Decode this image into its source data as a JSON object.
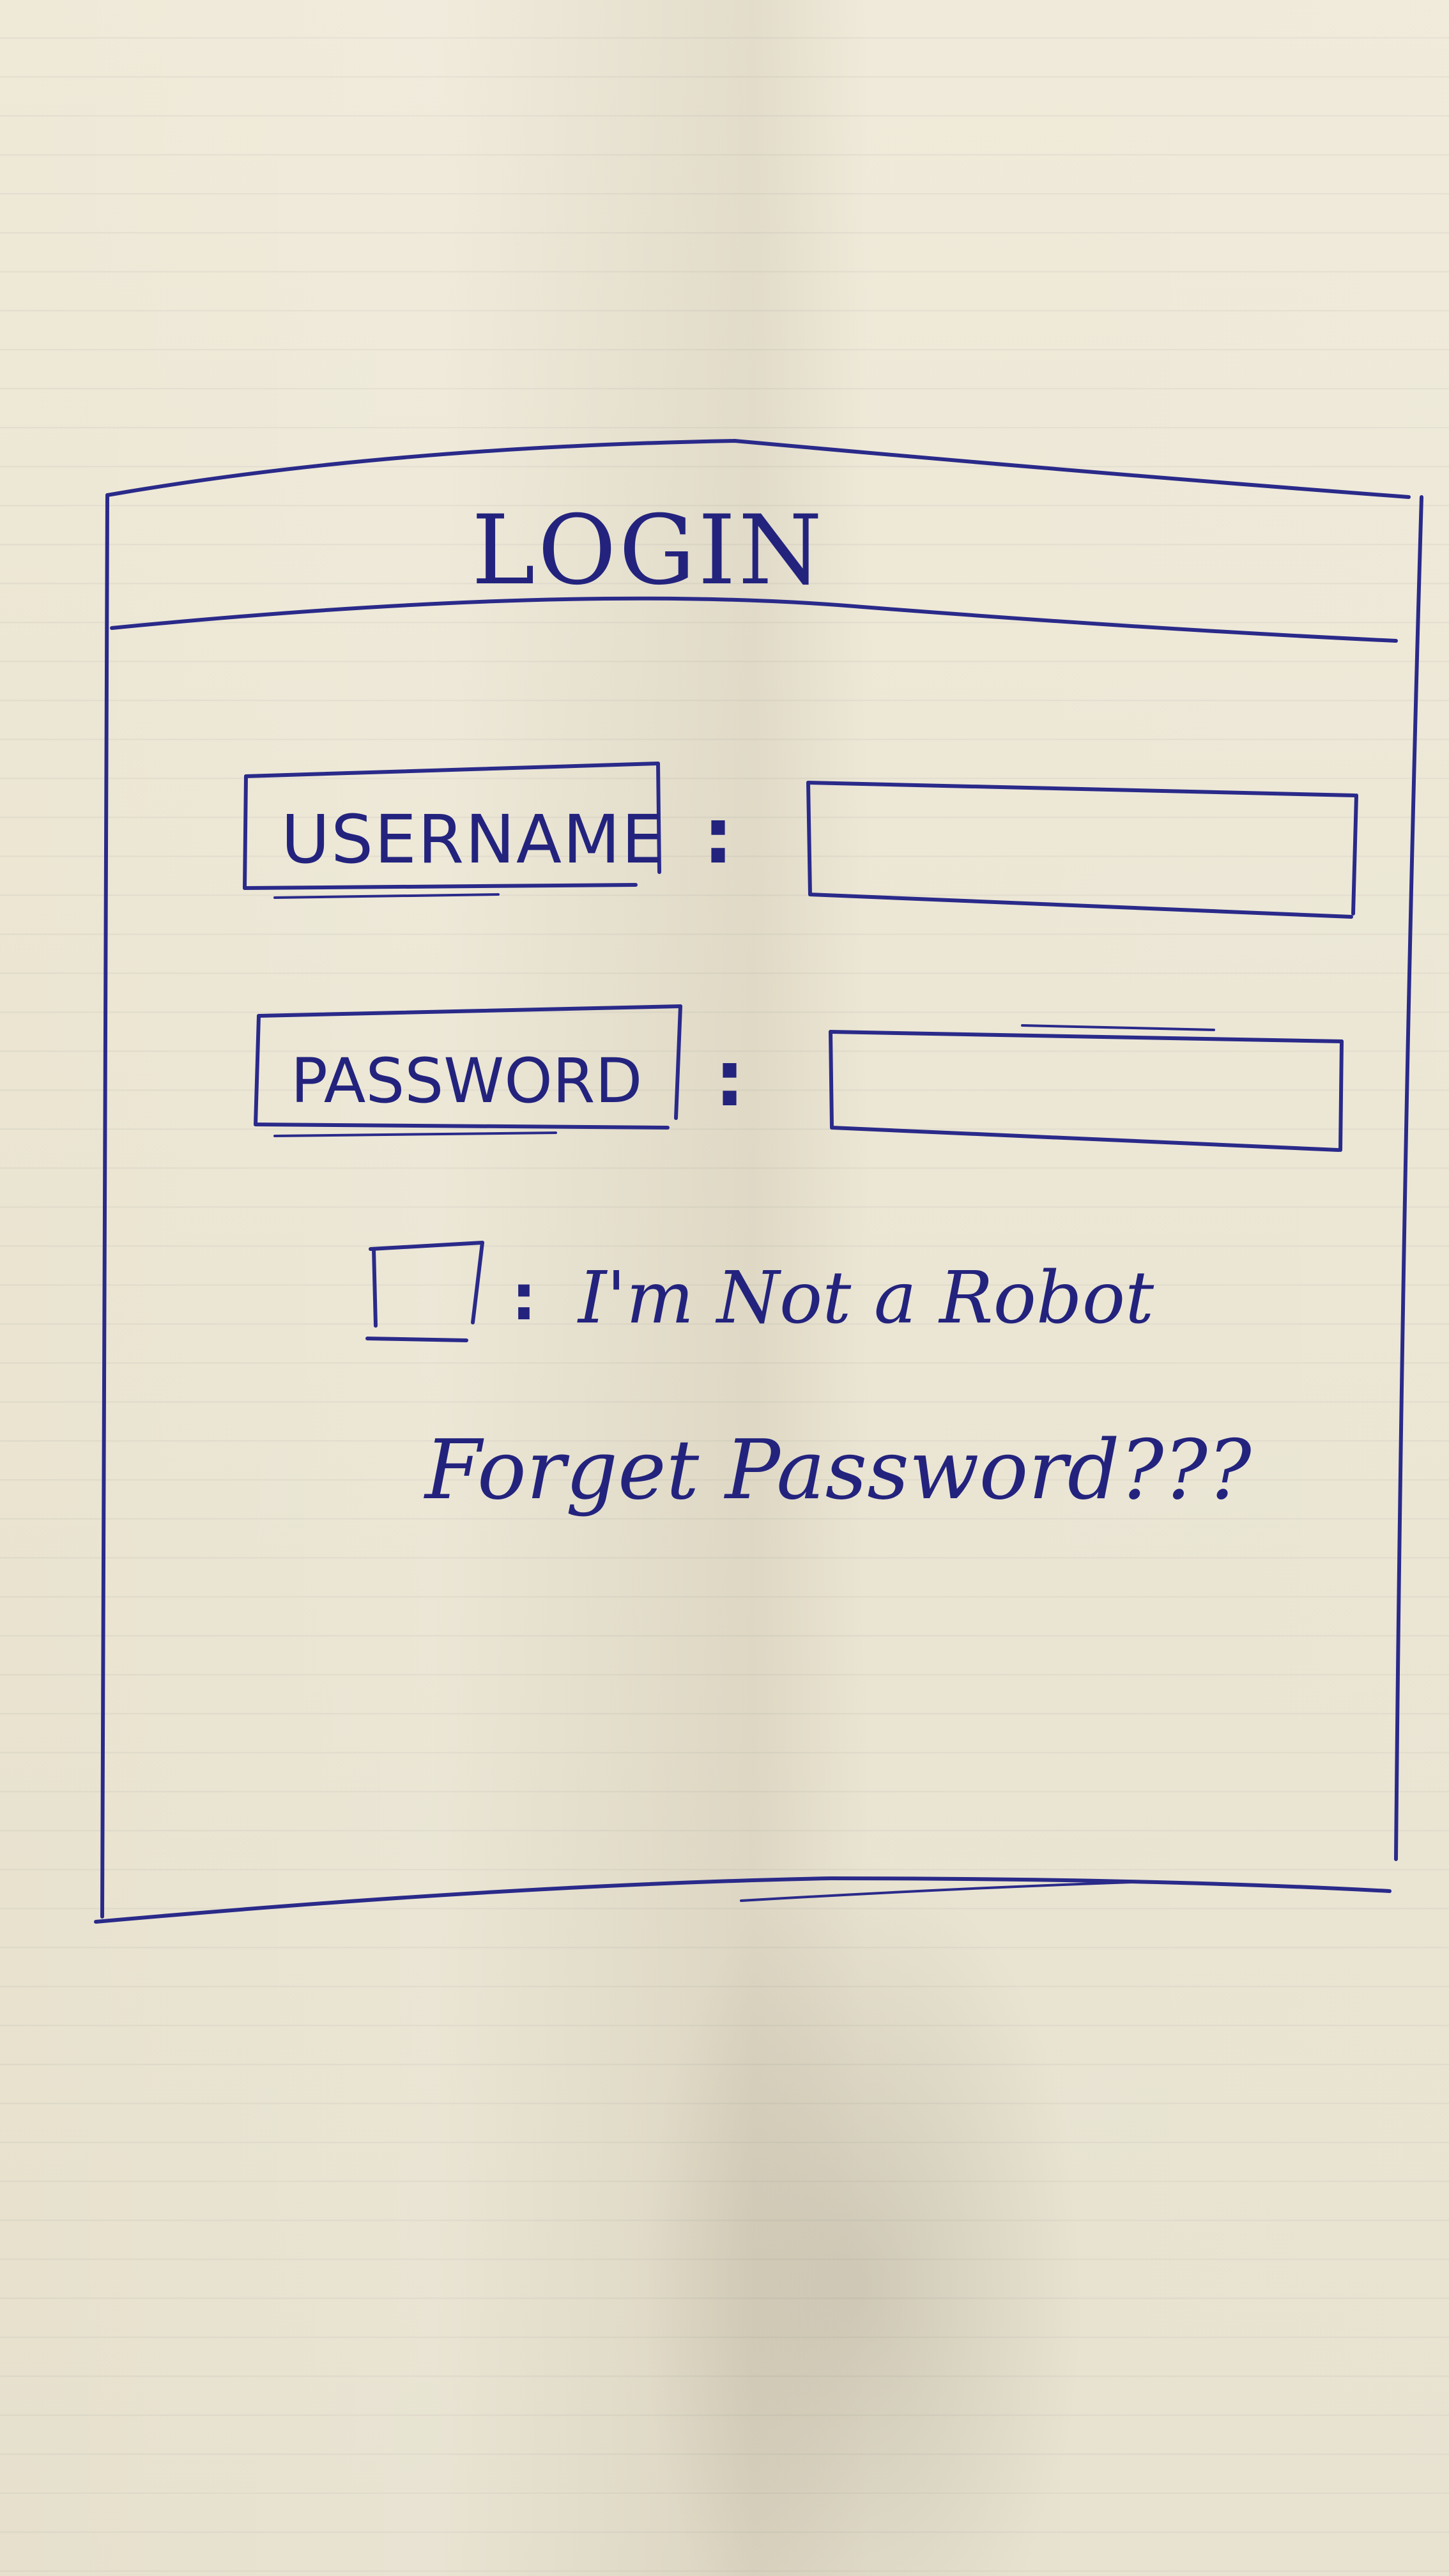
{
  "window": {
    "title": "LOGIN"
  },
  "form": {
    "username_label": "USERNAME",
    "username_value": "",
    "password_label": "PASSWORD",
    "password_value": "",
    "separator": ":",
    "captcha_label": "I'm Not a Robot",
    "captcha_checked": false,
    "forgot_link": "Forget Password???"
  },
  "colors": {
    "ink": "#2a2a8a",
    "paper": "#ece5d3"
  }
}
